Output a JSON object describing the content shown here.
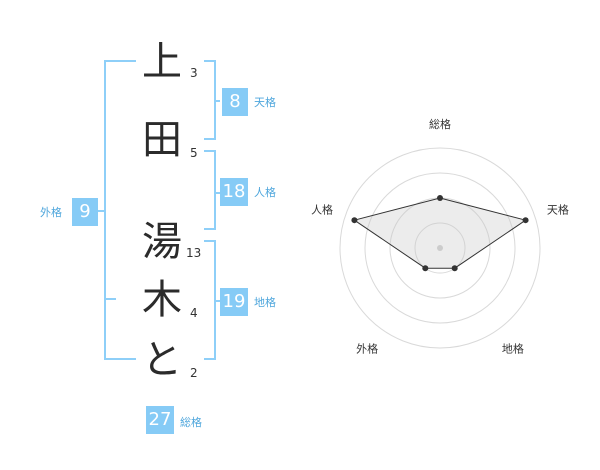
{
  "name": {
    "chars": [
      {
        "char": "上",
        "strokes": "3"
      },
      {
        "char": "田",
        "strokes": "5"
      },
      {
        "char": "湯",
        "strokes": "13"
      },
      {
        "char": "木",
        "strokes": "4"
      },
      {
        "char": "と",
        "strokes": "2"
      }
    ]
  },
  "fortunes": {
    "tenkaku": {
      "value": "8",
      "label": "天格"
    },
    "jinkaku": {
      "value": "18",
      "label": "人格"
    },
    "chikaku": {
      "value": "19",
      "label": "地格"
    },
    "gaikaku": {
      "value": "9",
      "label": "外格"
    },
    "soukaku": {
      "value": "27",
      "label": "総格"
    }
  },
  "colors": {
    "accent": "#86cbf6",
    "bracket": "#8ecff8",
    "label": "#4ea6dc"
  },
  "chart_data": {
    "type": "radar",
    "axes": [
      "総格",
      "天格",
      "地格",
      "外格",
      "人格"
    ],
    "values": [
      0.5,
      0.9,
      0.25,
      0.25,
      0.9
    ],
    "range": [
      0,
      1
    ],
    "rings": 4
  }
}
